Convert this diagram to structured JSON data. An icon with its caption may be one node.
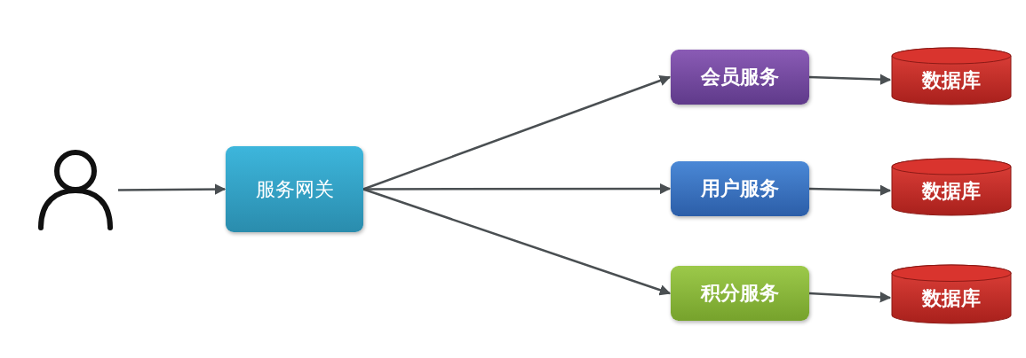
{
  "diagram": {
    "nodes": [
      {
        "text": [],
        "shape": "person"
      },
      {
        "text": [
          "服务网关"
        ]
      },
      {
        "text": [
          "会员服务"
        ]
      },
      {
        "text": [
          "用户服务"
        ]
      },
      {
        "text": [
          "积分服务"
        ]
      },
      {
        "text": [
          "数据库"
        ]
      },
      {
        "text": [
          "数据库"
        ]
      },
      {
        "text": [
          "数据库"
        ]
      }
    ],
    "edges": [
      {
        "from": 0,
        "to": 1,
        "arrow": "to"
      },
      {
        "from": 1,
        "to": 2,
        "arrow": "to"
      },
      {
        "from": 1,
        "to": 3,
        "arrow": "to"
      },
      {
        "from": 1,
        "to": 4,
        "arrow": "to"
      },
      {
        "from": 2,
        "to": 5,
        "arrow": "to"
      },
      {
        "from": 3,
        "to": 6,
        "arrow": "to"
      },
      {
        "from": 4,
        "to": 7,
        "arrow": "to"
      }
    ]
  }
}
